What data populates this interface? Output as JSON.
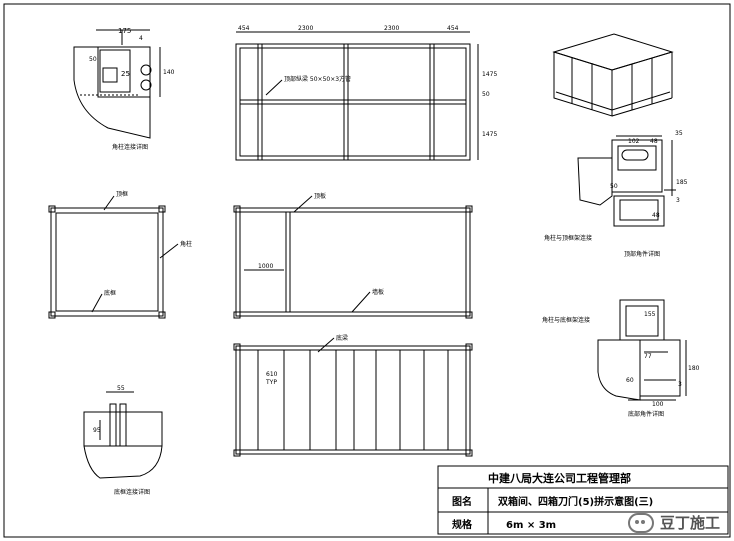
{
  "title_block": {
    "company": "中建八局大连公司工程管理部",
    "name_label": "图名",
    "name_value": "双箱间、四箱刀门(5)拼示意图(三)",
    "spec_label": "规格",
    "spec_value": "6m × 3m"
  },
  "watermark": "豆丁施工",
  "dims": {
    "top_left_detail_width": "175",
    "top_left_a": "4",
    "top_left_b": "50",
    "top_left_c": "25",
    "top_left_height": "140",
    "plan_left": "454",
    "plan_mid_a": "2300",
    "plan_mid_b": "2300",
    "plan_right": "454",
    "plan_right_1": "1475",
    "plan_right_2": "50",
    "plan_right_3": "1475",
    "plan_note": "顶部纵梁 50×50×3方管",
    "corner_a": "102",
    "corner_b": "48",
    "corner_c": "35",
    "corner_d": "185",
    "corner_e": "50",
    "corner_f": "48",
    "corner_g": "3",
    "lower_a": "155",
    "lower_b": "77",
    "lower_c": "60",
    "lower_d": "180",
    "lower_e": "3",
    "lower_f": "100",
    "floor_610": "610",
    "floor_typ": "TYP",
    "bottom_55": "55",
    "bottom_95": "95",
    "mid_1000": "1000"
  },
  "labels": {
    "detail_tl": "角柱连接详图",
    "detail_corner": "顶部角件详图",
    "detail_corner_note": "角柱与顶框架连接",
    "detail_lower_note": "角柱与底框架连接",
    "detail_lower": "底部角件详图",
    "detail_bottom": "底框连接详图",
    "frame_callout_1": "顶框",
    "frame_callout_2": "角柱",
    "frame_callout_3": "底框",
    "mid_callout_1": "顶板",
    "mid_callout_2": "墙板",
    "floor_callout": "底梁"
  }
}
